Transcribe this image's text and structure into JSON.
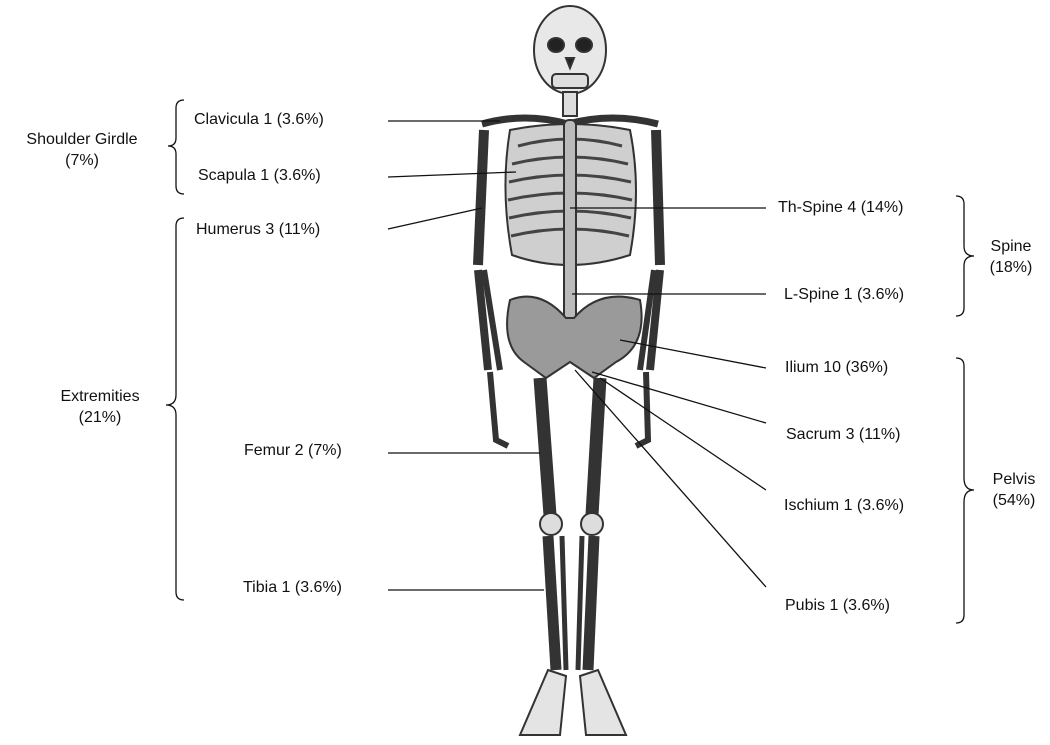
{
  "labels": {
    "clavicula": "Clavicula 1 (3.6%)",
    "scapula": "Scapula 1 (3.6%)",
    "humerus": "Humerus 3 (11%)",
    "femur": "Femur 2 (7%)",
    "tibia": "Tibia 1 (3.6%)",
    "th_spine": "Th-Spine 4 (14%)",
    "l_spine": "L-Spine 1 (3.6%)",
    "ilium": "Ilium 10 (36%)",
    "sacrum": "Sacrum 3 (11%)",
    "ischium": "Ischium 1 (3.6%)",
    "pubis": "Pubis 1 (3.6%)"
  },
  "groups": {
    "shoulder": {
      "name": "Shoulder Girdle",
      "pct": "(7%)"
    },
    "extremities": {
      "name": "Extremities",
      "pct": "(21%)"
    },
    "spine": {
      "name": "Spine",
      "pct": "(18%)"
    },
    "pelvis": {
      "name": "Pelvis",
      "pct": "(54%)"
    }
  },
  "colors": {
    "ink": "#111111",
    "bone": "#f2f2f2",
    "shade": "#6a6a6a"
  }
}
